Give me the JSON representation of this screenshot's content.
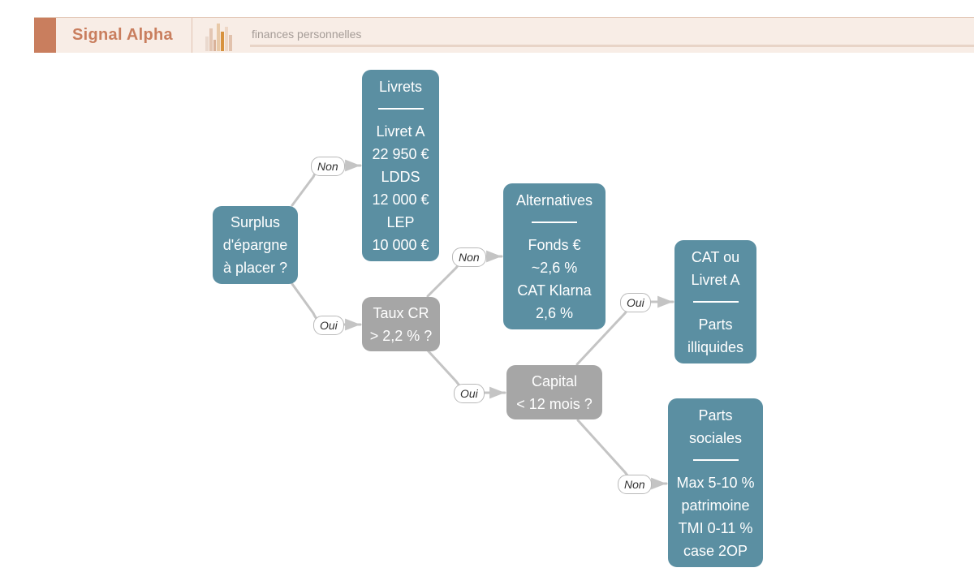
{
  "header": {
    "brand": "Signal Alpha",
    "tagline": "finances personnelles"
  },
  "colors": {
    "accent": "#c97e5e",
    "result_node": "#5b8fa2",
    "decision_node": "#a6a6a6",
    "edge": "#c4c4c4"
  },
  "diagram": {
    "nodes": {
      "surplus": {
        "lines": [
          "Surplus",
          "d'épargne",
          "à placer ?"
        ]
      },
      "livrets": {
        "title": [
          "Livrets"
        ],
        "body": [
          "Livret A",
          "22 950 €",
          "LDDS",
          "12 000 €",
          "LEP",
          "10 000 €"
        ]
      },
      "taux": {
        "lines": [
          "Taux CR",
          "> 2,2 % ?"
        ]
      },
      "alternatives": {
        "title": [
          "Alternatives"
        ],
        "body": [
          "Fonds €",
          "~2,6 %",
          "CAT Klarna",
          "2,6 %"
        ]
      },
      "capital": {
        "lines": [
          "Capital",
          "< 12 mois ?"
        ]
      },
      "cat": {
        "title": [
          "CAT ou",
          "Livret A"
        ],
        "body": [
          "Parts",
          "illiquides"
        ]
      },
      "parts": {
        "title": [
          "Parts",
          "sociales"
        ],
        "body": [
          "Max 5-10 %",
          "patrimoine",
          "TMI 0-11 %",
          "case 2OP"
        ]
      }
    },
    "edges": [
      {
        "id": "surplus-livrets",
        "label": "Non"
      },
      {
        "id": "surplus-taux",
        "label": "Oui"
      },
      {
        "id": "taux-alternatives",
        "label": "Non"
      },
      {
        "id": "taux-capital",
        "label": "Oui"
      },
      {
        "id": "capital-cat",
        "label": "Oui"
      },
      {
        "id": "capital-parts",
        "label": "Non"
      }
    ]
  }
}
